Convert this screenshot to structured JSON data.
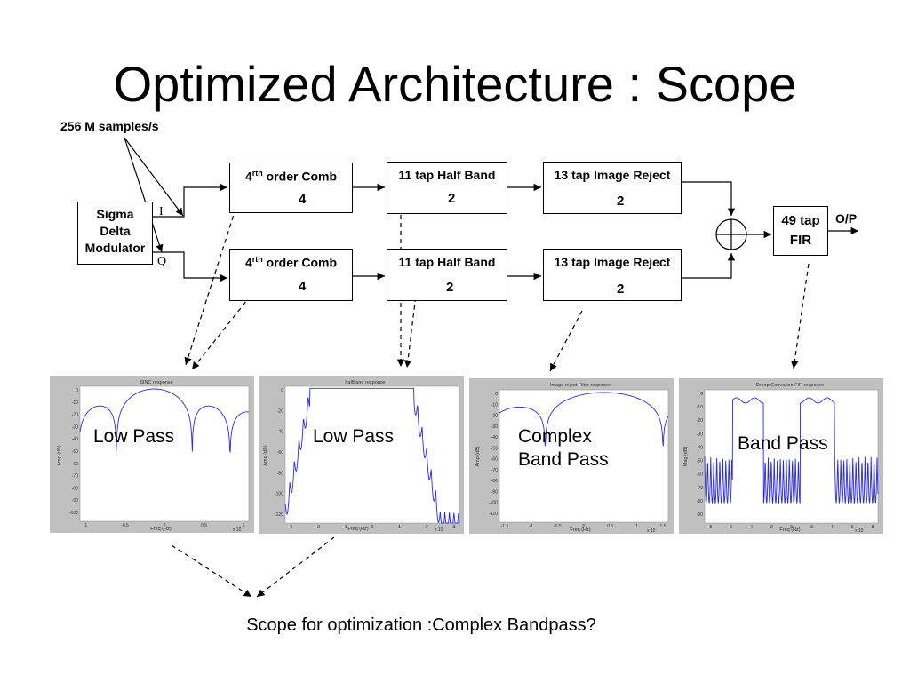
{
  "title": "Optimized Architecture : Scope",
  "sample_rate_label": "256 M samples/s",
  "modulator": {
    "line1": "Sigma",
    "line2": "Delta",
    "line3": "Modulator"
  },
  "channels": {
    "i": "I",
    "q": "Q"
  },
  "blocks": {
    "comb_pre": "4",
    "comb_sup": "rth",
    "comb_post": " order Comb",
    "comb_factor": "4",
    "halfband": "11 tap Half Band",
    "halfband_factor": "2",
    "image_reject": "13 tap Image Reject",
    "image_reject_factor": "2",
    "fir_line1": "49 tap",
    "fir_line2": "FIR"
  },
  "output_label": "O/P",
  "plots": [
    {
      "title": "SINC response",
      "label": "Low Pass",
      "xlabel": "Freq (Hz)",
      "ylabel": "Amp (dB)",
      "exponent": "x 10",
      "xticks": [
        "-1",
        "-0.5",
        "0",
        "0.5",
        "1"
      ],
      "yticks": [
        "0",
        "-10",
        "-20",
        "-30",
        "-40",
        "-50",
        "-60",
        "-70",
        "-80",
        "-90",
        "-100"
      ]
    },
    {
      "title": "halfband response",
      "label": "Low Pass",
      "xlabel": "Freq (Hz)",
      "ylabel": "Amp (dB)",
      "exponent": "x 10",
      "xticks": [
        "-3",
        "-2",
        "-1",
        "0",
        "1",
        "2",
        "3"
      ],
      "yticks": [
        "0",
        "-20",
        "-40",
        "-60",
        "-80",
        "-100",
        "-120"
      ]
    },
    {
      "title": "Image reject Filter response",
      "label_line1": "Complex",
      "label_line2": "Band Pass",
      "xlabel": "Freq (Hz)",
      "ylabel": "Amp (dB)",
      "exponent": "x 10",
      "xticks": [
        "-1.5",
        "-1",
        "-0.5",
        "0",
        "0.5",
        "1",
        "1.5"
      ],
      "yticks": [
        "0",
        "-10",
        "-20",
        "-30",
        "-40",
        "-50",
        "-60",
        "-70",
        "-80",
        "-90",
        "-100",
        "-110"
      ]
    },
    {
      "title": "Droop Correction FIR response",
      "label": "Band Pass",
      "xlabel": "Freq (Hz)",
      "ylabel": "Mag (dB)",
      "exponent": "x 10",
      "xticks": [
        "-8",
        "-6",
        "-4",
        "-2",
        "0",
        "2",
        "4",
        "6",
        "8"
      ],
      "yticks": [
        "0",
        "-10",
        "-20",
        "-30",
        "-40",
        "-50",
        "-60",
        "-70",
        "-80",
        "-90"
      ]
    }
  ],
  "footer": "Scope for optimization :Complex Bandpass?",
  "colors": {
    "curve": "#2a2ae0",
    "plot_bg": "#c0c0c0"
  }
}
